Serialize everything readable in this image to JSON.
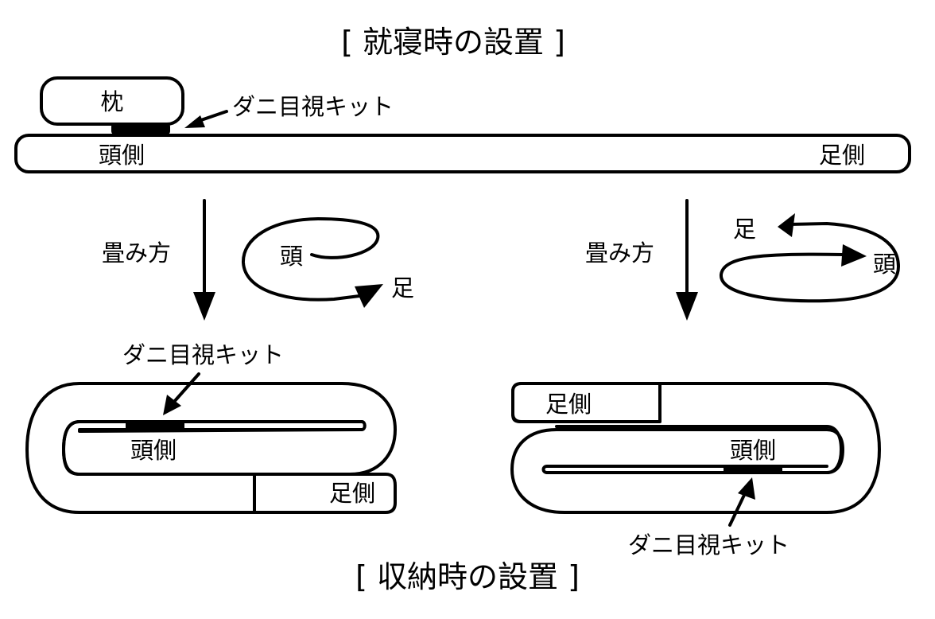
{
  "titles": {
    "sleeping": "[ 就寝時の設置 ]",
    "storage": "[ 収納時の設置 ]"
  },
  "top": {
    "pillow": "枕",
    "kit": "ダニ目視キット",
    "head_side": "頭側",
    "foot_side": "足側"
  },
  "left_fold": {
    "method": "畳み方",
    "loop_start": "頭",
    "loop_end": "足",
    "kit": "ダニ目視キット",
    "head_side": "頭側",
    "foot_side": "足側"
  },
  "right_fold": {
    "method": "畳み方",
    "loop_start": "頭",
    "loop_end": "足",
    "kit": "ダニ目視キット",
    "head_side": "頭側",
    "foot_side": "足側"
  },
  "colors": {
    "ink": "#000000",
    "background": "#ffffff"
  }
}
